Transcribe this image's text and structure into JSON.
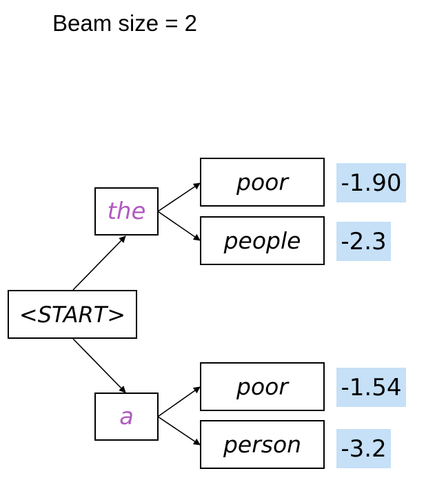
{
  "title": "Beam size = 2",
  "colors": {
    "hypothesis_word": "#b05cc0",
    "score_background": "#c5e0f7",
    "border": "#000000"
  },
  "root": {
    "label": "<START>"
  },
  "level1": [
    {
      "label": "the"
    },
    {
      "label": "a"
    }
  ],
  "level2": [
    {
      "label": "poor",
      "score": "-1.90"
    },
    {
      "label": "people",
      "score": "-2.3"
    },
    {
      "label": "poor",
      "score": "-1.54"
    },
    {
      "label": "person",
      "score": "-3.2"
    }
  ]
}
